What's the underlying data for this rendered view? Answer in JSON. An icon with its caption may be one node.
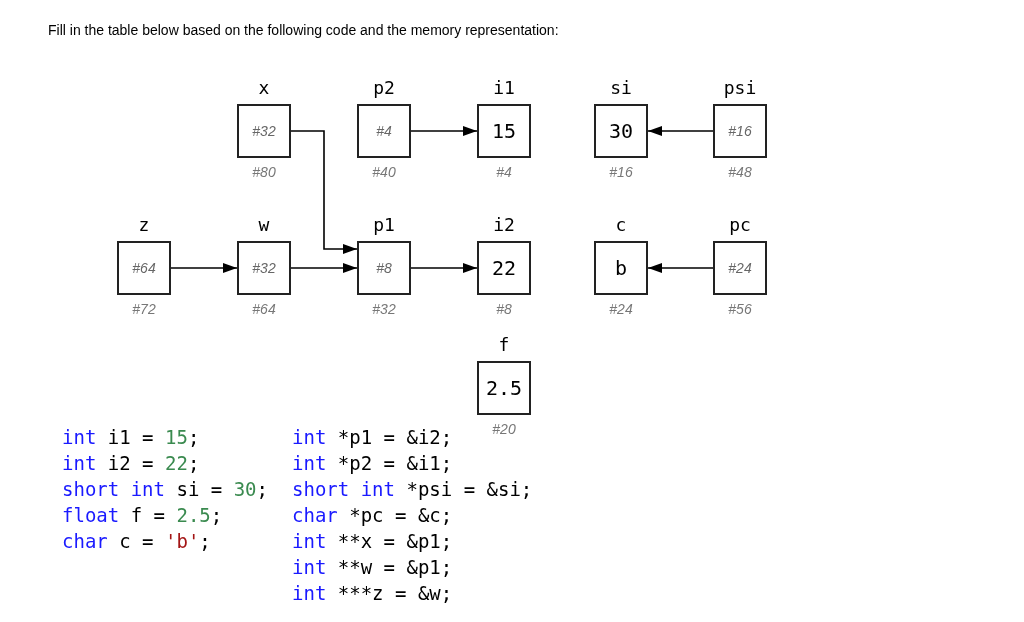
{
  "diagram": {
    "title": "Fill in the table below based on the following code and the memory representation:",
    "nodes": [
      {
        "text": [
          "x",
          "#32"
        ],
        "beside": [
          "#80"
        ]
      },
      {
        "text": [
          "p2",
          "#4"
        ],
        "beside": [
          "#40"
        ]
      },
      {
        "text": [
          "i1",
          "15"
        ],
        "beside": [
          "#4"
        ]
      },
      {
        "text": [
          "si",
          "30"
        ],
        "beside": [
          "#16"
        ]
      },
      {
        "text": [
          "psi",
          "#16"
        ],
        "beside": [
          "#48"
        ]
      },
      {
        "text": [
          "z",
          "#64"
        ],
        "beside": [
          "#72"
        ]
      },
      {
        "text": [
          "w",
          "#32"
        ],
        "beside": [
          "#64"
        ]
      },
      {
        "text": [
          "p1",
          "#8"
        ],
        "beside": [
          "#32"
        ]
      },
      {
        "text": [
          "i2",
          "22"
        ],
        "beside": [
          "#8"
        ]
      },
      {
        "text": [
          "c",
          "b"
        ],
        "beside": [
          "#24"
        ]
      },
      {
        "text": [
          "pc",
          "#24"
        ],
        "beside": [
          "#56"
        ]
      },
      {
        "text": [
          "f",
          "2.5"
        ],
        "beside": [
          "#20"
        ]
      }
    ],
    "edges": [
      {
        "from": 0,
        "to": 7,
        "arrow": "to"
      },
      {
        "from": 1,
        "to": 2,
        "arrow": "to"
      },
      {
        "from": 4,
        "to": 3,
        "arrow": "to"
      },
      {
        "from": 5,
        "to": 6,
        "arrow": "to"
      },
      {
        "from": 6,
        "to": 7,
        "arrow": "to"
      },
      {
        "from": 7,
        "to": 8,
        "arrow": "to"
      },
      {
        "from": 10,
        "to": 9,
        "arrow": "to"
      }
    ],
    "labels": [
      "int i1 = 15;",
      "int *p1 = &i2;",
      "int i2 = 22;",
      "int *p2 = &i1;",
      "short int si = 30;",
      "short int *psi = &si;",
      "float f = 2.5;",
      "char *pc = &c;",
      "char c = 'b';",
      "int **x = &p1;",
      "int **w = &p1;",
      "int ***z = &w;"
    ]
  }
}
